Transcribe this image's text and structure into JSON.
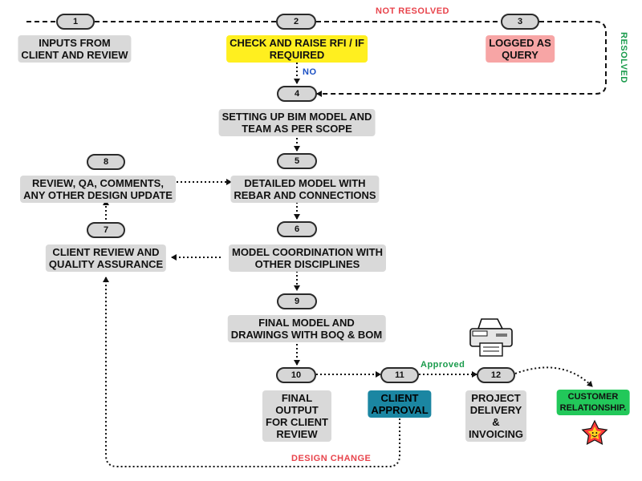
{
  "steps": {
    "s1": {
      "number": "1",
      "text": "INPUTS FROM\nCLIENT AND REVIEW"
    },
    "s2": {
      "number": "2",
      "text": "CHECK AND RAISE RFI / IF\nREQUIRED"
    },
    "s3": {
      "number": "3",
      "text": "LOGGED AS\nQUERY"
    },
    "s4": {
      "number": "4",
      "text": "SETTING UP BIM MODEL AND\nTEAM AS PER SCOPE"
    },
    "s5": {
      "number": "5",
      "text": "DETAILED MODEL WITH\nREBAR AND CONNECTIONS"
    },
    "s6": {
      "number": "6",
      "text": "MODEL COORDINATION WITH\nOTHER DISCIPLINES"
    },
    "s7": {
      "number": "7",
      "text": "CLIENT REVIEW AND\nQUALITY ASSURANCE"
    },
    "s8": {
      "number": "8",
      "text": "REVIEW, QA, COMMENTS,\nANY OTHER DESIGN UPDATE"
    },
    "s9": {
      "number": "9",
      "text": "FINAL MODEL AND\nDRAWINGS WITH BOQ & BOM"
    },
    "s10": {
      "number": "10",
      "text": "FINAL\nOUTPUT\nFOR CLIENT\nREVIEW"
    },
    "s11": {
      "number": "11",
      "text": "CLIENT\nAPPROVAL"
    },
    "s12": {
      "number": "12",
      "text": "PROJECT\nDELIVERY\n&\nINVOICING"
    },
    "customer": {
      "text": "CUSTOMER\nRELATIONSHIP."
    }
  },
  "edge_labels": {
    "not_resolved": "NOT RESOLVED",
    "resolved": "RESOLVED",
    "no": "NO",
    "approved": "Approved",
    "design_change": "DESIGN CHANGE"
  },
  "colors": {
    "step_box": "#d9d9d9",
    "highlight_rfi": "#ffef1f",
    "highlight_query": "#f7a5a5",
    "highlight_approval": "#1b86a2",
    "highlight_customer": "#22c85a",
    "label_red": "#e8434b",
    "label_green": "#1a9b4c",
    "label_blue": "#1a4fc4",
    "star": "#ff3b3b",
    "star_face": "#ffd21f"
  },
  "icons": [
    "printer-icon",
    "star-smiley-icon"
  ]
}
